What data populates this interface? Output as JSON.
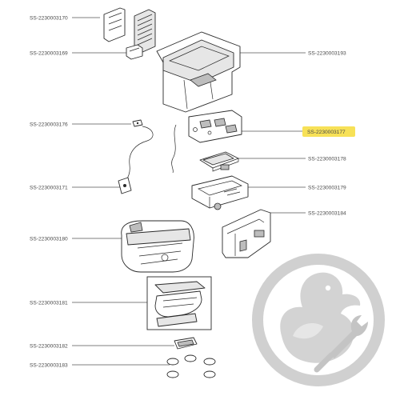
{
  "theme": {
    "highlight": "#f7e157",
    "watermark": "#d0d0d0",
    "watermark_face": "#e3e3e3"
  },
  "parts": {
    "p3170": "SS-2230003170",
    "p3169": "SS-2230003169",
    "p3193": "SS-2230003193",
    "p3176": "SS-2230003176",
    "p3177": "SS-2230003177",
    "p3178": "SS-2230003178",
    "p3171": "SS-2230003171",
    "p3179": "SS-2230003179",
    "p3184": "SS-2230003184",
    "p3180": "SS-2230003180",
    "p3181": "SS-2230003181",
    "p3182": "SS-2230003182",
    "p3183": "SS-2230003183"
  },
  "highlighted_part": "SS-2230003177",
  "watermark_icon": "duck-wrench-logo-icon"
}
